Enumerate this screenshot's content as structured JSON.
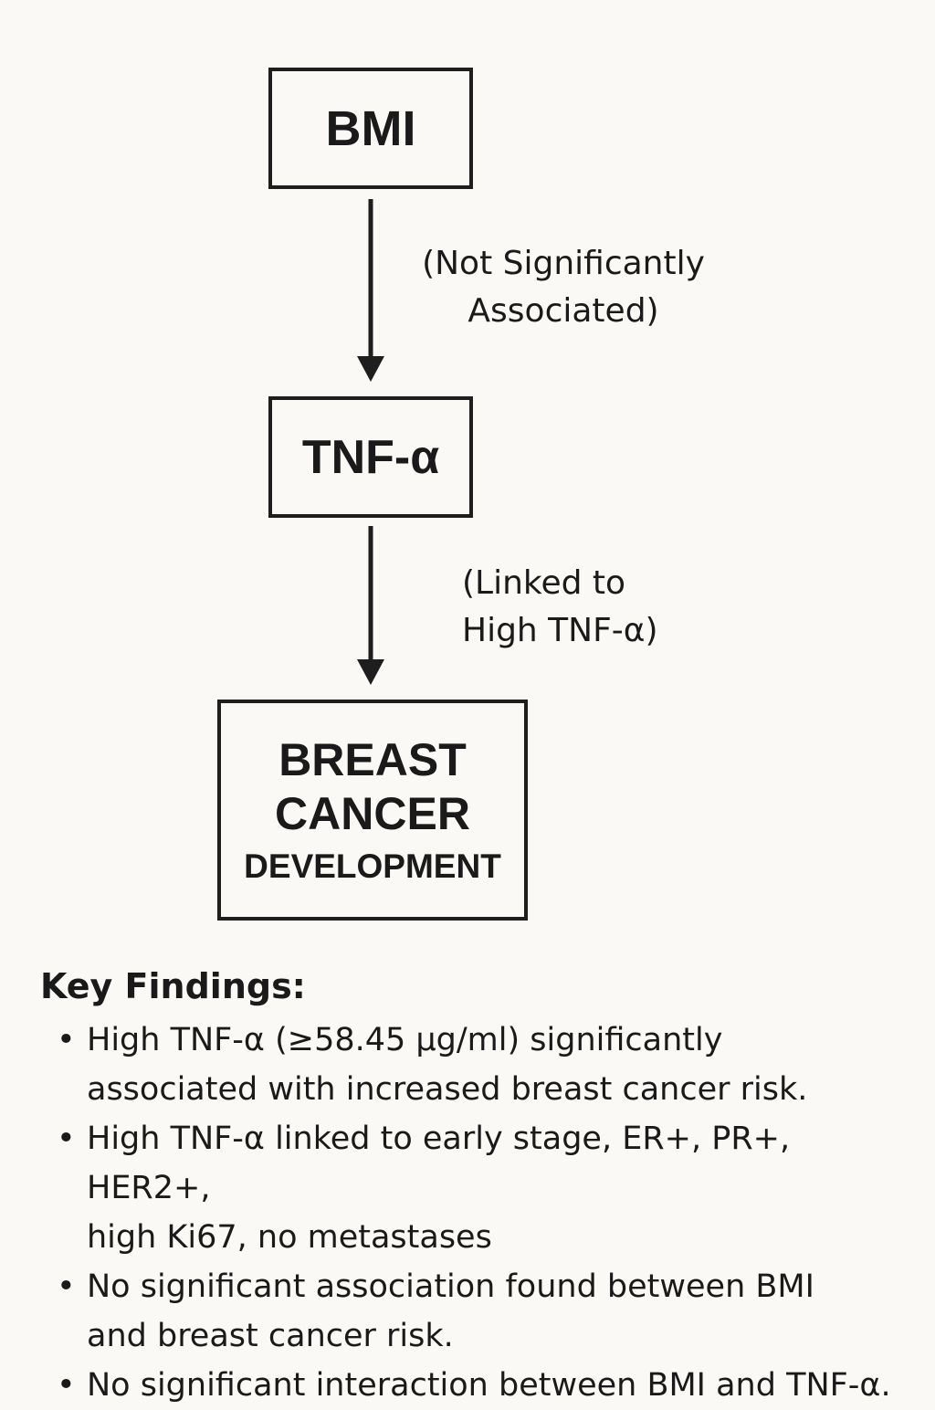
{
  "diagram": {
    "nodes": {
      "bmi": "BMI",
      "tnf": "TNF-α",
      "outcome_line1": "BREAST",
      "outcome_line2": "CANCER",
      "outcome_line3": "DEVELOPMENT"
    },
    "edges": [
      {
        "from": "bmi",
        "to": "tnf",
        "label_line1": "(Not Significantly",
        "label_line2": "Associated)"
      },
      {
        "from": "tnf",
        "to": "outcome",
        "label_line1": "(Linked to",
        "label_line2": "High TNF-α)"
      }
    ]
  },
  "findings": {
    "title": "Key Findings:",
    "items": [
      {
        "line1": "High TNF-α (≥58.45 μg/ml) significantly",
        "line2": "associated with increased breast cancer risk."
      },
      {
        "line1": "High TNF-α linked to early stage, ER+, PR+, HER2+,",
        "line2": "high Ki67, no metastases"
      },
      {
        "line1": "No significant association found between BMI",
        "line2": "and breast cancer risk."
      },
      {
        "line1": "No significant interaction between BMI and TNF-α.",
        "line2": ""
      }
    ]
  },
  "colors": {
    "background": "#fbf9f5",
    "stroke": "#1e1e1e",
    "text": "#1a1a1a"
  }
}
